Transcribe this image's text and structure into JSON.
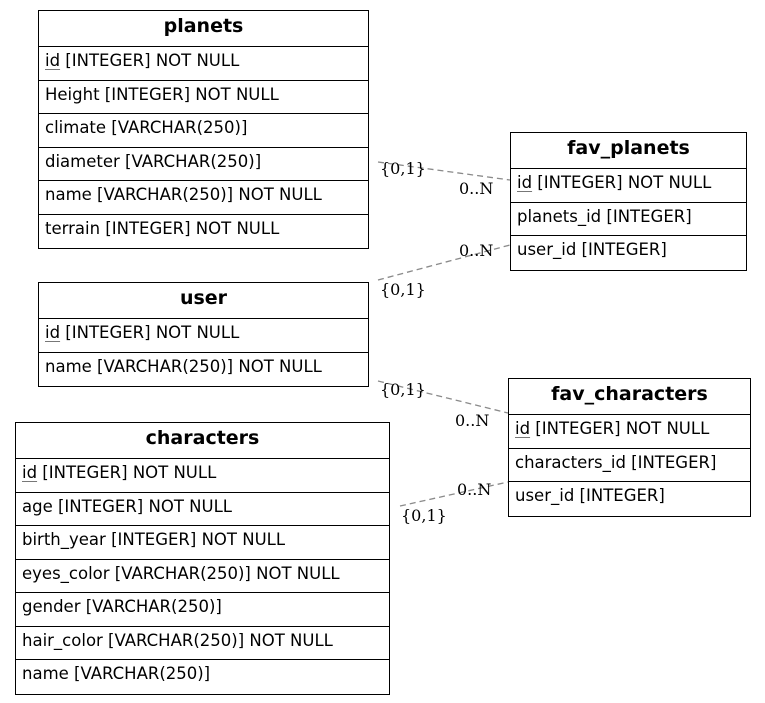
{
  "entities": {
    "planets": {
      "name": "planets",
      "rows": [
        {
          "pk": "id",
          "rest": " [INTEGER] NOT NULL"
        },
        {
          "pk": "",
          "rest": "Height [INTEGER] NOT NULL"
        },
        {
          "pk": "",
          "rest": "climate [VARCHAR(250)]"
        },
        {
          "pk": "",
          "rest": "diameter [VARCHAR(250)]"
        },
        {
          "pk": "",
          "rest": "name [VARCHAR(250)] NOT NULL"
        },
        {
          "pk": "",
          "rest": "terrain [INTEGER] NOT NULL"
        }
      ]
    },
    "user": {
      "name": "user",
      "rows": [
        {
          "pk": "id",
          "rest": " [INTEGER] NOT NULL"
        },
        {
          "pk": "",
          "rest": "name [VARCHAR(250)] NOT NULL"
        }
      ]
    },
    "characters": {
      "name": "characters",
      "rows": [
        {
          "pk": "id",
          "rest": " [INTEGER] NOT NULL"
        },
        {
          "pk": "",
          "rest": "age [INTEGER] NOT NULL"
        },
        {
          "pk": "",
          "rest": "birth_year [INTEGER] NOT NULL"
        },
        {
          "pk": "",
          "rest": "eyes_color [VARCHAR(250)] NOT NULL"
        },
        {
          "pk": "",
          "rest": "gender [VARCHAR(250)]"
        },
        {
          "pk": "",
          "rest": "hair_color [VARCHAR(250)] NOT NULL"
        },
        {
          "pk": "",
          "rest": "name [VARCHAR(250)]"
        }
      ]
    },
    "fav_planets": {
      "name": "fav_planets",
      "rows": [
        {
          "pk": "id",
          "rest": " [INTEGER] NOT NULL"
        },
        {
          "pk": "",
          "rest": "planets_id [INTEGER]"
        },
        {
          "pk": "",
          "rest": "user_id [INTEGER]"
        }
      ]
    },
    "fav_characters": {
      "name": "fav_characters",
      "rows": [
        {
          "pk": "id",
          "rest": " [INTEGER] NOT NULL"
        },
        {
          "pk": "",
          "rest": "characters_id [INTEGER]"
        },
        {
          "pk": "",
          "rest": "user_id [INTEGER]"
        }
      ]
    }
  },
  "relationships": [
    {
      "from": "planets",
      "to": "fav_planets",
      "from_card": "{0,1}",
      "to_card": "0..N"
    },
    {
      "from": "user",
      "to": "fav_planets",
      "from_card": "{0,1}",
      "to_card": "0..N"
    },
    {
      "from": "user",
      "to": "fav_characters",
      "from_card": "{0,1}",
      "to_card": "0..N"
    },
    {
      "from": "characters",
      "to": "fav_characters",
      "from_card": "{0,1}",
      "to_card": "0..N"
    }
  ],
  "colors": {
    "line": "#8a8a8a",
    "border": "#000000",
    "background": "#ffffff"
  }
}
